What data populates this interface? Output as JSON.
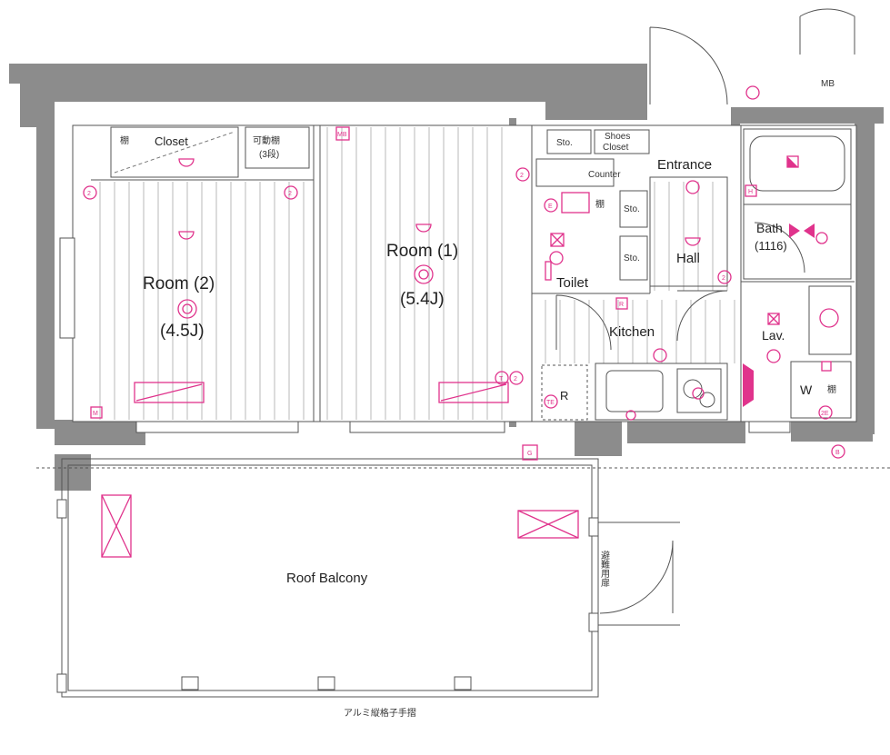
{
  "rooms": {
    "room1": {
      "name": "Room (1)",
      "size": "(5.4J)"
    },
    "room2": {
      "name": "Room (2)",
      "size": "(4.5J)"
    },
    "closet": "Closet",
    "movable_shelf": "可動棚",
    "movable_shelf_tiers": "(3段)",
    "shelf": "棚",
    "sto1": "Sto.",
    "sto2": "Sto.",
    "sto3": "Sto.",
    "shoes_closet_line1": "Shoes",
    "shoes_closet_line2": "Closet",
    "entrance": "Entrance",
    "counter": "Counter",
    "toilet": "Toilet",
    "hall": "Hall",
    "bath": "Bath",
    "bath_size": "(1116)",
    "kitchen": "Kitchen",
    "lav": "Lav.",
    "washer": "W",
    "washer_shelf": "棚",
    "mb": "MB",
    "refrigerator": "R",
    "roof_balcony": "Roof Balcony",
    "escape_door": "避難用扉",
    "railing_note": "アルミ縦格子手摺"
  },
  "symbols": {
    "outlet": "2",
    "mb_mark": "MB",
    "m_mark": "M",
    "g_mark": "G",
    "r_mark": "R",
    "b_mark": "B",
    "e_mark": "E",
    "t_mark": "T",
    "te_mark": "TE",
    "h_mark": "H",
    "two_e": "2E"
  },
  "colors": {
    "wall": "#8c8c8c",
    "symbol": "#e0338c",
    "line": "#555555"
  }
}
